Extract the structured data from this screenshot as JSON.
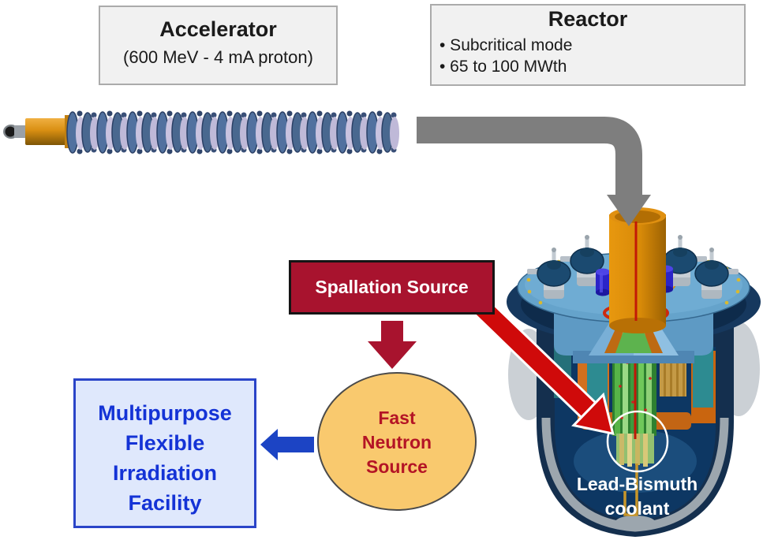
{
  "accelerator_box": {
    "title": "Accelerator",
    "subtitle": "(600 MeV - 4 mA proton)"
  },
  "reactor_box": {
    "title": "Reactor",
    "bullets": [
      "• Subcritical mode",
      "• 65 to 100 MWth"
    ]
  },
  "spallation_box": {
    "label": "Spallation Source"
  },
  "fast_neutron_source": {
    "lines": [
      "Fast",
      "Neutron",
      "Source"
    ]
  },
  "irradiation_facility": {
    "lines": [
      "Multipurpose",
      "Flexible",
      "Irradiation",
      "Facility"
    ]
  },
  "coolant_label": {
    "lines": [
      "Lead-Bismuth",
      "coolant"
    ]
  },
  "colors": {
    "label_box_bg": "#F1F1F1",
    "label_box_border": "#ABABAB",
    "spallation_red": "#A8132E",
    "bright_arrow_red": "#CF0A0A",
    "beam_arrow_gray": "#7E7E7E",
    "facility_arrow_blue": "#1C44C4",
    "facility_bg": "#DFE8FC",
    "facility_border_blue": "#2A44C8",
    "facility_text_blue": "#1433D6",
    "source_circle_fill": "#F9C96E",
    "source_text_red": "#B41425",
    "coolant_text": "#FFFFFF"
  }
}
